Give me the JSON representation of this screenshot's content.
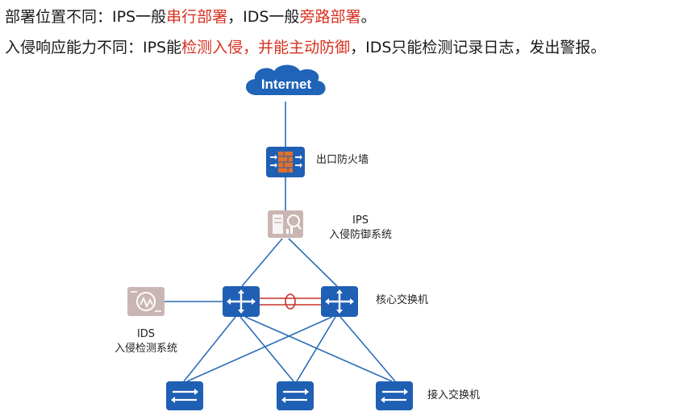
{
  "statements": {
    "line1": {
      "prefix": "部署位置不同：IPS一般",
      "hl1": "串行部署",
      "mid": "，IDS一般",
      "hl2": "旁路部署",
      "suffix": "。"
    },
    "line2": {
      "prefix": "入侵响应能力不同：IPS能",
      "hl1": "检测入侵，并能主动防御",
      "suffix": "，IDS只能检测记录日志，发出警报。"
    }
  },
  "diagram": {
    "internet_label": "Internet",
    "firewall_label": "出口防火墙",
    "ips_title": "IPS",
    "ips_subtitle": "入侵防御系统",
    "ids_title": "IDS",
    "ids_subtitle": "入侵检测系统",
    "core_switch_label": "核心交换机",
    "access_switch_label": "接入交换机"
  },
  "colors": {
    "highlight": "#d8301f",
    "device_blue": "#1f5fb4",
    "link_blue": "#2a6db5",
    "cloud_blue": "#1f64b8",
    "security_gray": "#c9b6b2",
    "firewall_orange": "#e0712a",
    "lag_red": "#c8322a"
  }
}
